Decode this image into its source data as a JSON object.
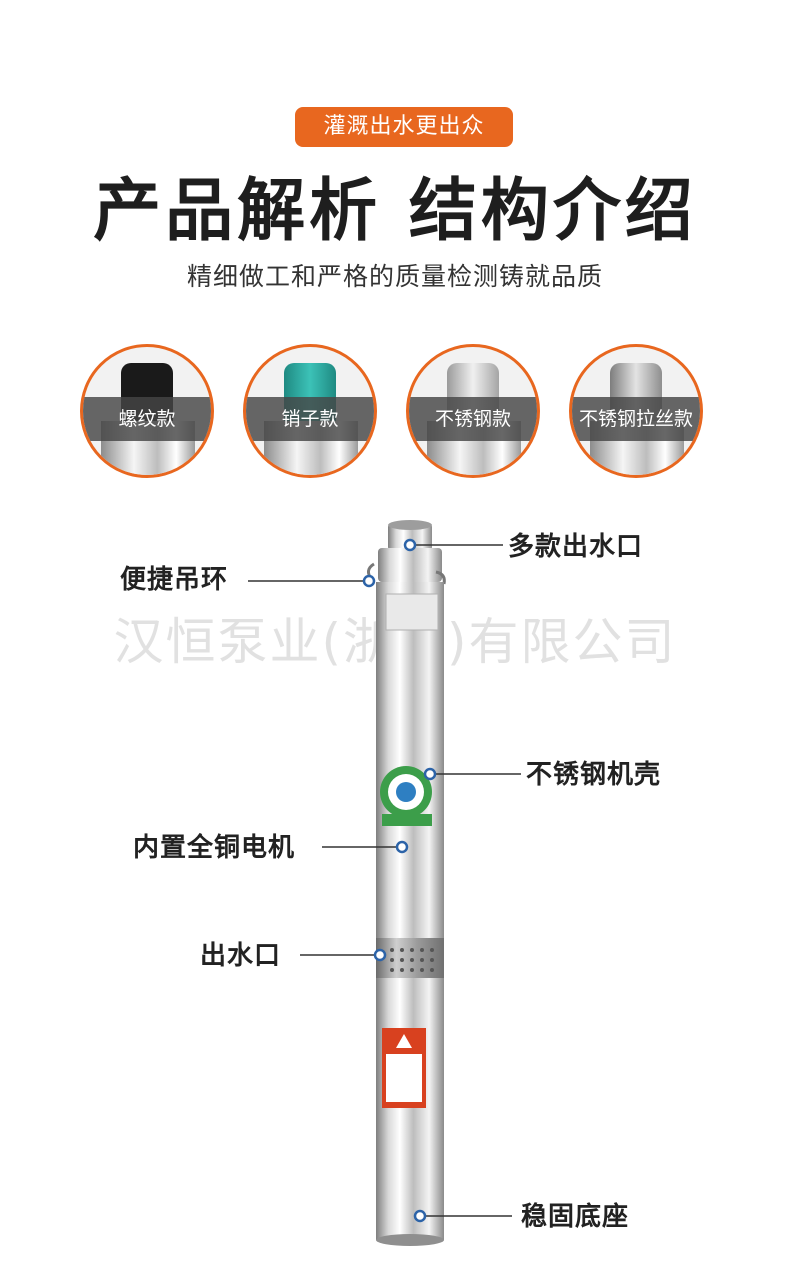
{
  "header": {
    "tag": "灌溉出水更出众",
    "title": "产品解析 结构介绍",
    "subtitle": "精细做工和严格的质量检测铸就品质"
  },
  "variants": [
    {
      "label": "螺纹款",
      "cap_color": "#1a1a1a"
    },
    {
      "label": "销子款",
      "cap_color": "#2aa39a"
    },
    {
      "label": "不锈钢款",
      "cap_color": "#c9c9c9"
    },
    {
      "label": "不锈钢拉丝款",
      "cap_color": "#b0b0b0"
    }
  ],
  "watermark": "汉恒泵业(浙江)有限公司",
  "callouts": {
    "outlet_variants": "多款出水口",
    "lifting_ring": "便捷吊环",
    "stainless_shell": "不锈钢机壳",
    "copper_motor": "内置全铜电机",
    "water_outlet": "出水口",
    "stable_base": "稳固底座"
  },
  "colors": {
    "accent": "#e8671f",
    "text_dark": "#1e1e1e",
    "callout_line": "#333333"
  }
}
